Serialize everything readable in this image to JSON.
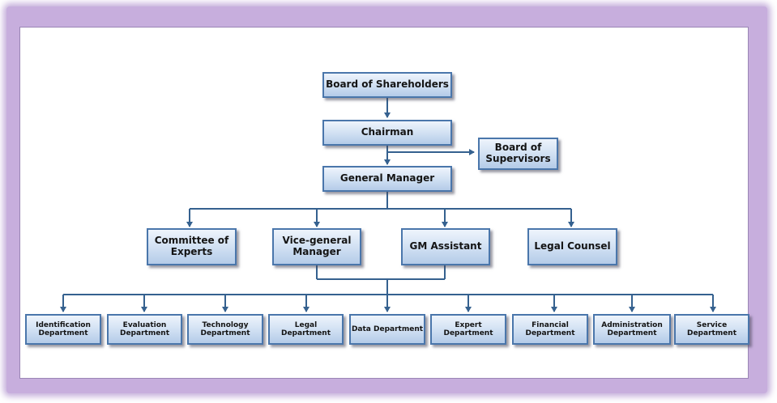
{
  "diagram": {
    "top": {
      "shareholders": "Board of Shareholders",
      "chairman": "Chairman",
      "supervisors": "Board of Supervisors",
      "general_manager": "General Manager"
    },
    "mid": {
      "committee": "Committee of Experts",
      "vice_gm": "Vice-general Manager",
      "gm_assistant": "GM Assistant",
      "legal_counsel": "Legal Counsel"
    },
    "departments": [
      "Identification Department",
      "Evaluation Department",
      "Technology Department",
      "Legal Department",
      "Data Department",
      "Expert Department",
      "Financial Department",
      "Administration Department",
      "Service Department"
    ]
  },
  "colors": {
    "frame": "#c7aedd",
    "box_border": "#4a76ab",
    "connector": "#35618f"
  }
}
